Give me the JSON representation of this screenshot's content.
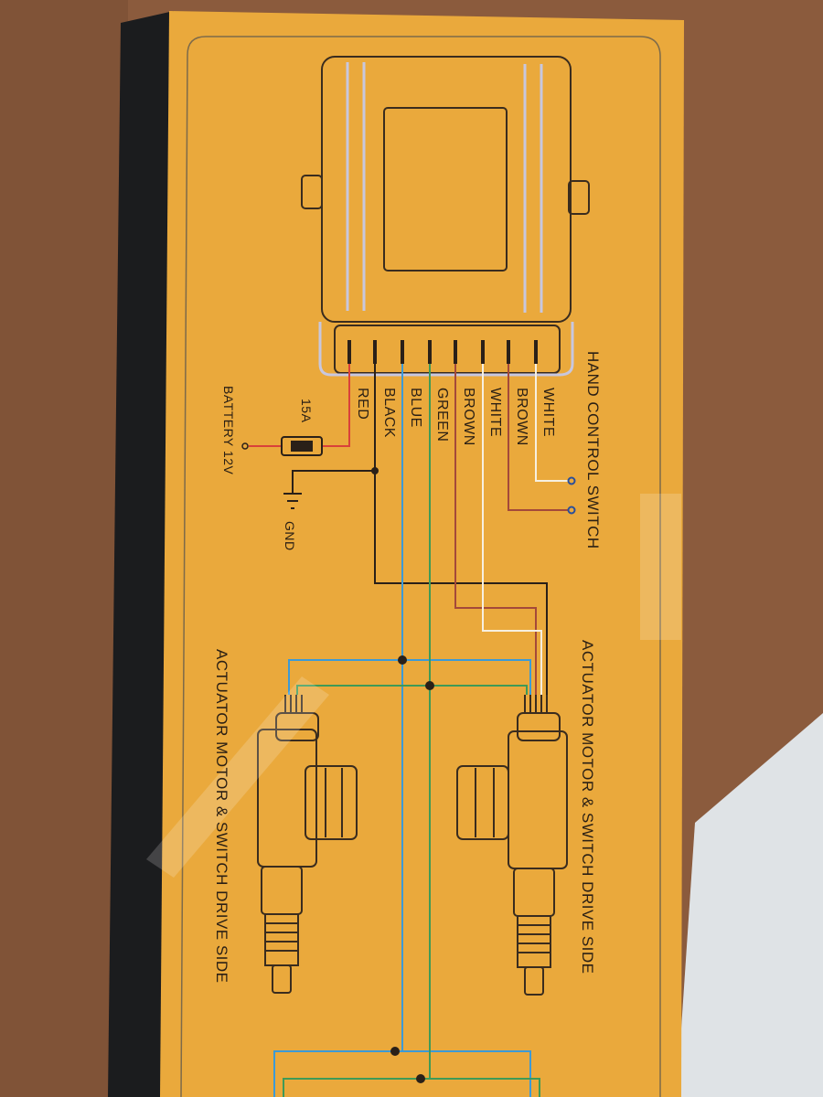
{
  "diagram": {
    "hand_control_switch": "HAND CONTROL  SWITCH",
    "wires": [
      "RED",
      "BLACK",
      "BLUE",
      "GREEN",
      "BROWN",
      "WHITE",
      "BROWN",
      "WHITE"
    ],
    "fuse": "15A",
    "battery": "BATTERY 12V",
    "ground": "GND",
    "actuator_right": "ACTUATOR MOTOR & SWITCH DRIVE SIDE",
    "actuator_left": "ACTUATOR MOTOR & SWITCH DRIVE SIDE"
  },
  "colors": {
    "box": "#eaa93c",
    "red": "#d9413a",
    "black": "#2a2018",
    "blue": "#3c9ad6",
    "green": "#3f9a57",
    "brown": "#a4493a",
    "white": "#f7f0e0",
    "line": "#3a2c1e"
  }
}
